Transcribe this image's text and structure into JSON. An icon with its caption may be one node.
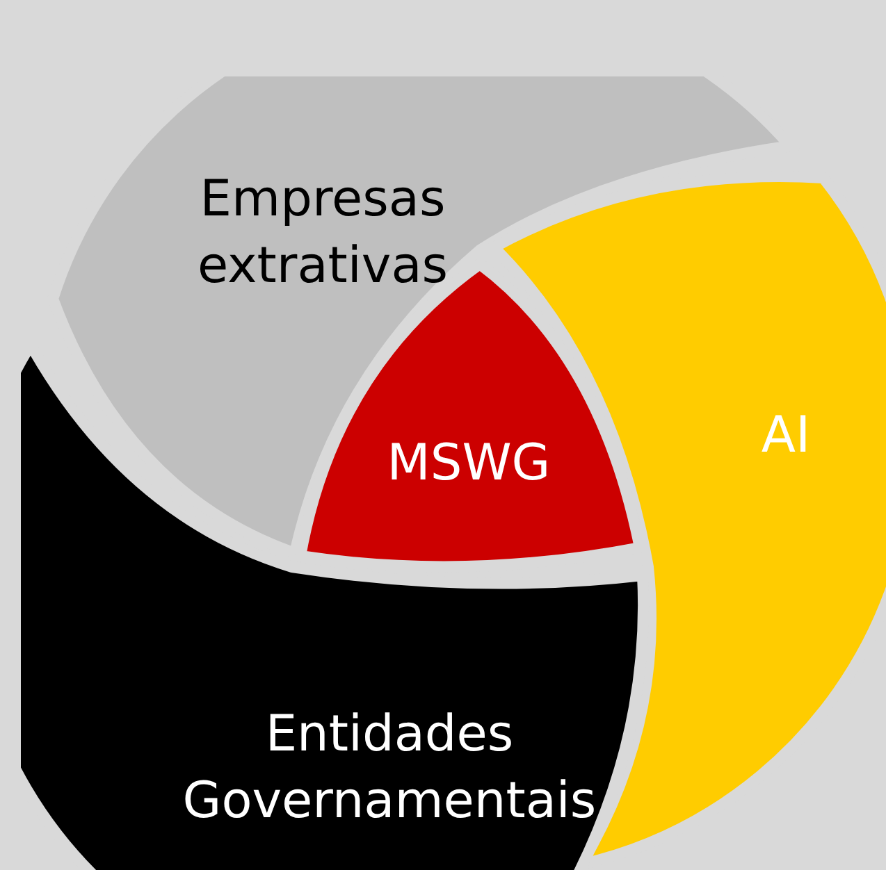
{
  "diagram": {
    "nodes": [
      {
        "text": [
          "Empresas extrativas"
        ]
      },
      {
        "text": [
          "AI"
        ]
      },
      {
        "text": [
          "MSWG"
        ]
      },
      {
        "text": [
          "Entidades Governamentais"
        ]
      }
    ]
  }
}
